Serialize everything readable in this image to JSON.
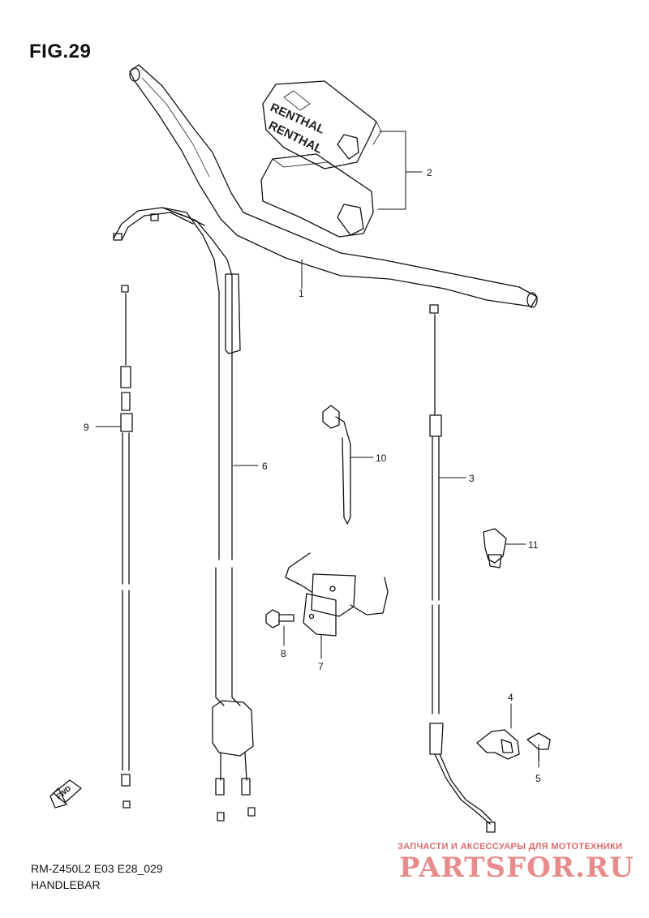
{
  "figure": {
    "title": "FIG.29"
  },
  "footer": {
    "code": "RM-Z450L2 E03 E28_029",
    "section": "HANDLEBAR"
  },
  "watermark": {
    "tagline": "ЗАПЧАСТИ И АКСЕССУАРЫ ДЛЯ МОТОТЕХНИКИ",
    "logo": "PARTSFOR.RU"
  },
  "pad_brand": "RENTHAL",
  "fwd_label": "FWD",
  "callouts": [
    "1",
    "2",
    "3",
    "4",
    "5",
    "6",
    "7",
    "8",
    "9",
    "10",
    "11"
  ]
}
